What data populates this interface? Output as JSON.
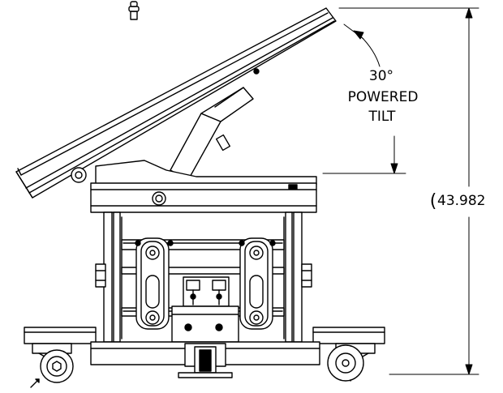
{
  "annotations": {
    "tilt_angle": "30°",
    "tilt_line1": "POWERED",
    "tilt_line2": "TILT",
    "height_dimension": "43.982"
  },
  "colors": {
    "line": "#000000",
    "background": "#ffffff"
  }
}
